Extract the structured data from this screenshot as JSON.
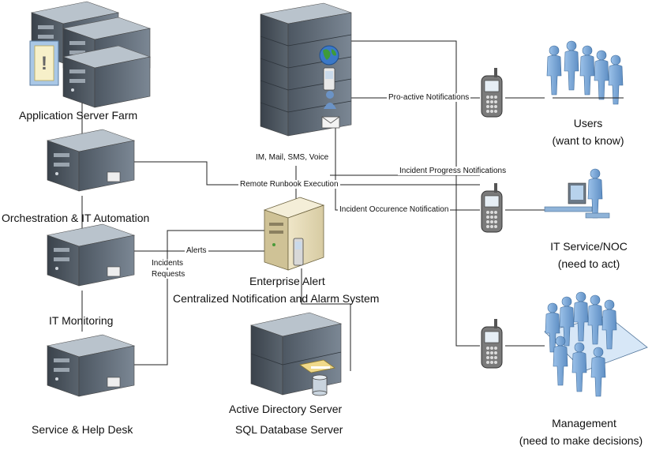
{
  "nodes": {
    "app_farm": "Application Server Farm",
    "orchestration": "Orchestration & IT Automation",
    "monitoring": "IT Monitoring",
    "helpdesk": "Service & Help Desk",
    "ea_title": "Enterprise Alert",
    "ea_subtitle": "Centralized Notification and Alarm System",
    "ad_server": "Active Directory Server",
    "sql_server": "SQL Database Server",
    "users": "Users",
    "users_note": "(want to know)",
    "noc": "IT Service/NOC",
    "noc_note": "(need to act)",
    "mgmt": "Management",
    "mgmt_note": "(need to make decisions)"
  },
  "edges": {
    "channels": "IM, Mail, SMS, Voice",
    "proactive": "Pro-active Notifications",
    "progress": "Incident Progress Notifications",
    "runbook": "Remote Runbook Execution",
    "occurrence": "Incident Occurence Notification",
    "alerts": "Alerts",
    "incidents": "Incidents",
    "requests": "Requests"
  },
  "colors": {
    "server_front": "#5f6b78",
    "server_top": "#9aa6b2",
    "people": "#7fa8d6",
    "phone": "#6b6b6b"
  }
}
